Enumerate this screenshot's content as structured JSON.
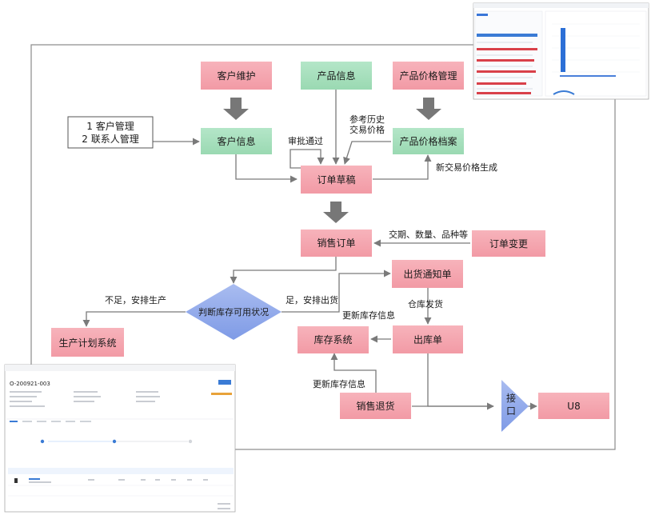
{
  "nodes": {
    "customer_maintenance": "客户维护",
    "product_info": "产品信息",
    "product_price_mgmt": "产品价格管理",
    "customer_info": "客户信息",
    "product_price_archive": "产品价格档案",
    "order_draft": "订单草稿",
    "sales_order": "销售订单",
    "order_change": "订单变更",
    "shipping_notice": "出货通知单",
    "check_inventory": "判断库存可用状况",
    "production_plan": "生产计划系统",
    "inventory_system": "库存系统",
    "outbound_order": "出库单",
    "sales_return": "销售退货",
    "interface": "接口",
    "u8": "U8"
  },
  "note_box": {
    "line1": "1 客户管理",
    "line2": "2 联系人管理"
  },
  "labels": {
    "approval_passed": "审批通过",
    "ref_history_1": "参考历史",
    "ref_history_2": "交易价格",
    "new_price": "新交易价格生成",
    "delivery_qty": "交期、数量、品种等",
    "insufficient": "不足，安排生产",
    "sufficient": "足，安排出货",
    "warehouse_ship": "仓库发货",
    "update_inv_1": "更新库存信息",
    "update_inv_2": "更新库存信息"
  },
  "thumbnail_order": {
    "order_no": "O-200921-003"
  },
  "colors": {
    "pink": "#f4a3ad",
    "green": "#a6e0bd",
    "blue": "#8fa8ea",
    "arrow": "#767676",
    "frame": "#8a8a8a"
  }
}
